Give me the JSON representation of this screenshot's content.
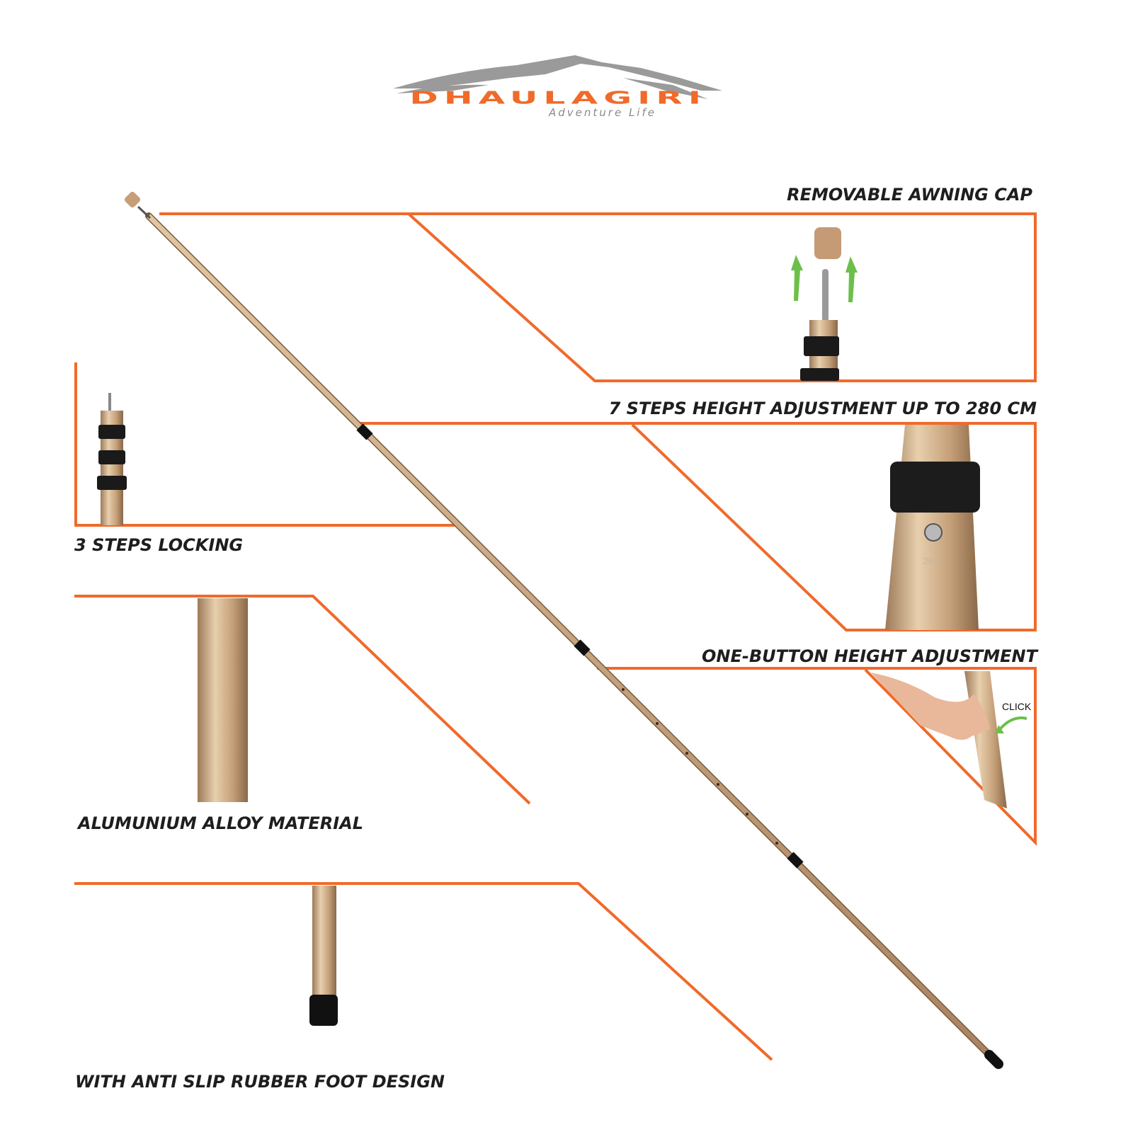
{
  "brand": {
    "name": "DHAULAGIRI",
    "tagline": "Adventure Life"
  },
  "features": [
    {
      "label": "REMOVABLE AWNING CAP"
    },
    {
      "label": "7 STEPS HEIGHT ADJUSTMENT UP TO 280 CM"
    },
    {
      "label": "3 STEPS LOCKING"
    },
    {
      "label": "ONE-BUTTON HEIGHT ADJUSTMENT"
    },
    {
      "label": "ALUMUNIUM ALLOY MATERIAL"
    },
    {
      "label": "WITH ANTI SLIP RUBBER FOOT DESIGN"
    }
  ],
  "annotations": {
    "click": "CLICK",
    "height_mark": "280"
  },
  "colors": {
    "accent": "#f06a2a",
    "pole": "#c9a27a",
    "arrow": "#6cc04a",
    "text": "#1e1e1e"
  }
}
